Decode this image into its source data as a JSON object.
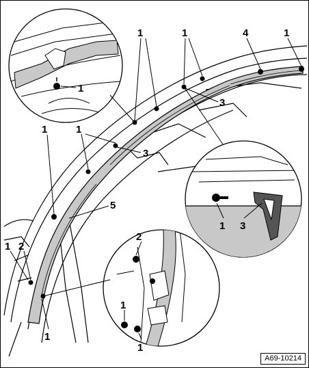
{
  "callouts": {
    "top_pair_left": "1",
    "top_pair_right": "1",
    "top_four": "4",
    "top_right": "1",
    "inset1_bolt": "1",
    "arc_mid_three": "3",
    "left_one_a": "1",
    "left_one_b": "1",
    "mid_three": "3",
    "five": "5",
    "inset2_one": "1",
    "inset2_three": "3",
    "low_left_one": "1",
    "low_left_two": "2",
    "low_bottom_one": "1",
    "inset3_two": "2",
    "inset3_one_a": "1",
    "inset3_one_b": "1"
  },
  "reference_code": "A69-10214",
  "icons": [
    "bolt-icon",
    "clip-icon",
    "airbag-tube"
  ],
  "colors": {
    "line": "#000000",
    "airbag_fill": "#c8c8c8",
    "paper": "#ffffff"
  }
}
